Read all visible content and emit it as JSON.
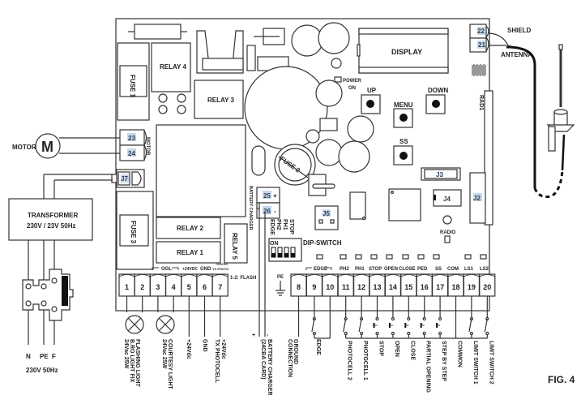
{
  "figure": {
    "caption": "FIG. 4"
  },
  "board": {
    "components": {
      "fuse1": "FUSE 1",
      "fuse2": "FUSE 2",
      "fuse3": "FUSE 3",
      "relay1": "RELAY 1",
      "relay2": "RELAY 2",
      "relay3": "RELAY 3",
      "relay4": "RELAY 4",
      "relay5": "RELAY 5",
      "display": "DISPLAY",
      "power_on": "POWER",
      "power_on2": "ON",
      "rad1": "RAD1",
      "radio": "RADIO",
      "dip_switch": "DIP-SWITCH",
      "dip_on": "ON",
      "j2": "J2",
      "j3": "J3",
      "j4": "J4",
      "j5": "J5",
      "j7": "J7",
      "motor_label_vertical": "MOTOR",
      "battery_charger_vertical": "BATTERY CHARGER"
    },
    "buttons": {
      "up": "UP",
      "down": "DOWN",
      "menu": "MENU",
      "ss": "SS"
    },
    "dip_labels": [
      "EDGE",
      "PH2",
      "PH1",
      "STOP"
    ],
    "top_terminals": [
      {
        "num": "22",
        "label": "SHIELD"
      },
      {
        "num": "21",
        "label": "ANTENNA"
      }
    ],
    "motor_terminals": [
      "23",
      "24"
    ],
    "battery_terminals": [
      {
        "num": "25",
        "sign": "+"
      },
      {
        "num": "26",
        "sign": "-"
      }
    ],
    "terminal_block": {
      "numbers": [
        "1",
        "2",
        "3",
        "4",
        "5",
        "6",
        "7",
        "8",
        "9",
        "10",
        "11",
        "12",
        "13",
        "14",
        "15",
        "16",
        "17",
        "18",
        "19",
        "20"
      ],
      "group_labels": {
        "ogl": "OGL",
        "v24": "+24VDC",
        "gnd": "GND",
        "txphoto_top": "+24VDC",
        "txphoto_bot": "TX PHOTO",
        "flash": "1-2: FLASH",
        "pe": "PE",
        "edge": "EDGE",
        "ph2": "PH2",
        "ph1": "PH1",
        "stop": "STOP",
        "open": "OPEN",
        "close": "CLOSE",
        "ped": "PED",
        "ss": "SS",
        "com": "COM",
        "ls1": "LS1",
        "ls2": "LS2"
      }
    }
  },
  "external": {
    "motor": "MOTOR",
    "motor_symbol": "M",
    "transformer_line1": "TRANSFORMER",
    "transformer_line2": "230V / 23V 50Hz",
    "mains": [
      "N",
      "PE",
      "F"
    ],
    "mains_voltage": "230V 50Hz",
    "antenna_shield": "SHIELD",
    "antenna": "ANTENNA"
  },
  "wiring_labels": {
    "flashing_1": "FLASHING LIGHT",
    "flashing_2": "B.RO LIGHT FIX",
    "flashing_3": "24Vac 25W",
    "courtesy_1": "COURTESY LIGHT",
    "courtesy_2": "24Vac 25W",
    "v24dc": "+24Vdc",
    "gnd": "GND",
    "tx_1": "+24Vdc",
    "tx_2": "TX PHOTOCELL",
    "batt_plus": "+",
    "batt_minus": "-",
    "batt_1": "BATTERY CHARGER",
    "batt_2": "(24CBA CARD)",
    "ground_1": "GROUND",
    "ground_2": "CONNECTION",
    "edge": "EDGE",
    "photocell2": "PHOTOCELL 2",
    "photocell1": "PHOTOCELL 1",
    "stop": "STOP",
    "open": "OPEN",
    "close": "CLOSE",
    "partial": "PARTIAL OPENING",
    "step": "STEP BY STEP",
    "common": "COMMON",
    "ls1": "LIMIT SWITCH 1",
    "ls2": "LIMIT SWITCH 2"
  }
}
